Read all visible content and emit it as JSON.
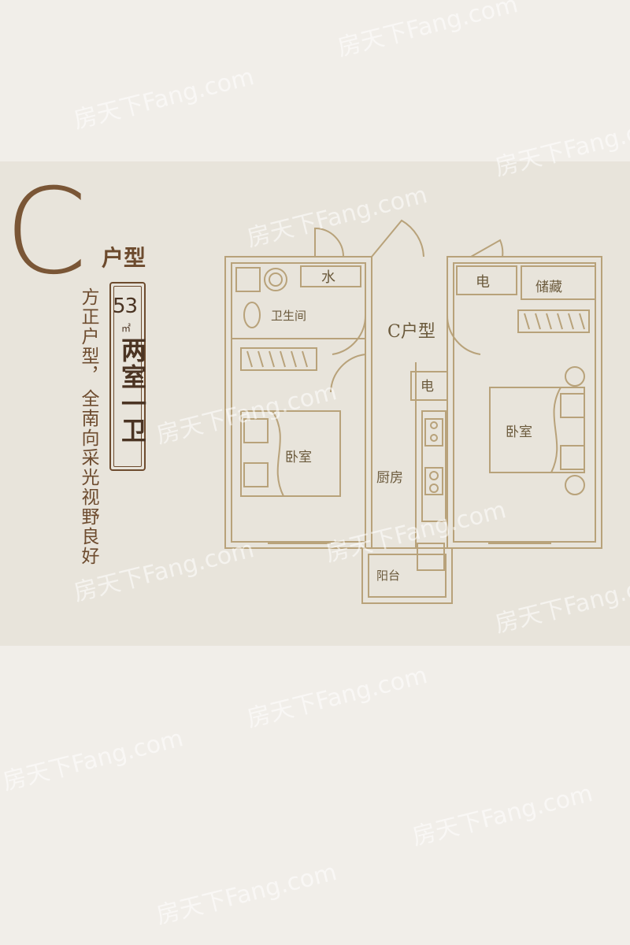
{
  "type_letter": "C",
  "type_suffix": "户型",
  "description_line1": "方正户型，",
  "description_line2": "全南向采光视野良好",
  "area_number": "53",
  "area_unit": "㎡",
  "layout_text": "两室一卫",
  "plan": {
    "center_label": "C户型",
    "rooms": {
      "bathroom": "卫生间",
      "water": "水",
      "electric_1": "电",
      "electric_2": "电",
      "storage": "储藏",
      "bedroom_left": "卧室",
      "bedroom_right": "卧室",
      "kitchen": "厨房",
      "balcony": "阳台"
    }
  },
  "watermark": "房天下Fang.com",
  "colors": {
    "primary_brown": "#6d4b2e",
    "plan_line": "#b8a27a",
    "panel_bg": "#e8e4db",
    "page_bg": "#f1eee9"
  }
}
